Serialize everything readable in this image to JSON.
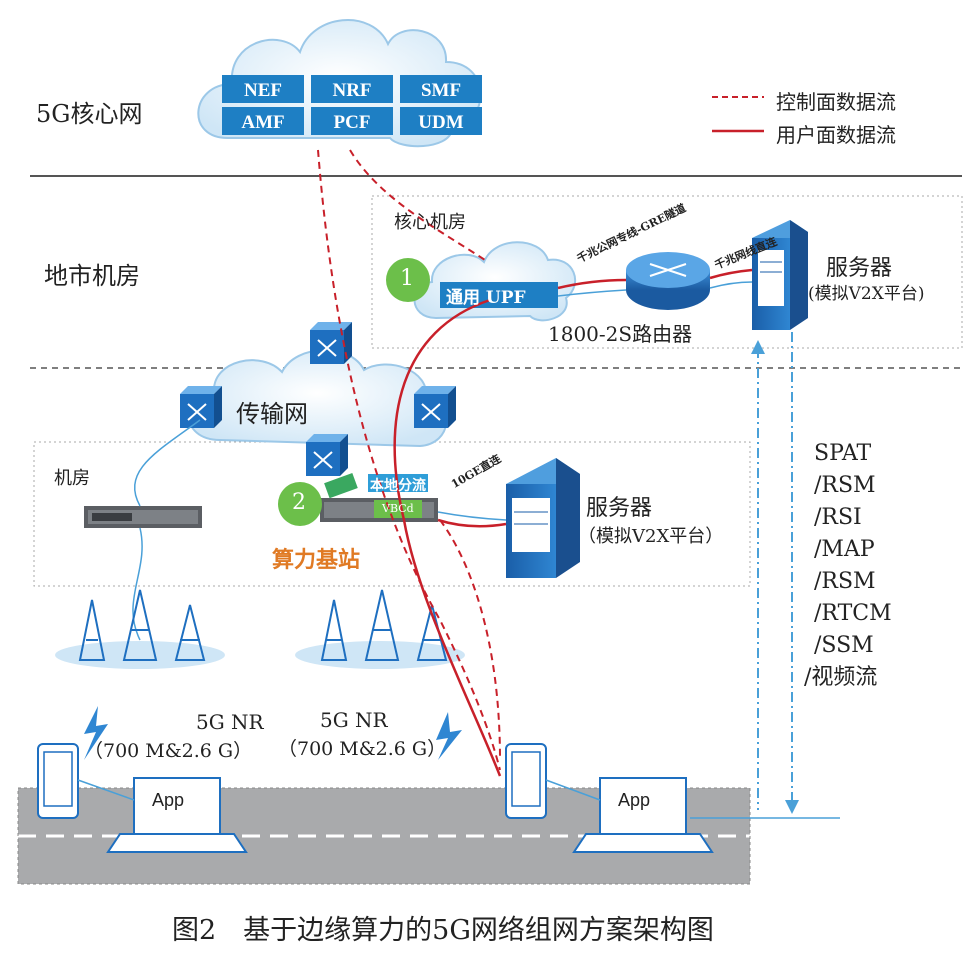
{
  "zones": {
    "core": "5G核心网",
    "city": "地市机房",
    "core_room": "核心机房",
    "machine_room": "机房"
  },
  "core_functions": [
    "NEF",
    "NRF",
    "SMF",
    "AMF",
    "PCF",
    "UDM"
  ],
  "legend": {
    "control": "控制面数据流",
    "user": "用户面数据流"
  },
  "upf": "通用 UPF",
  "router": "1800-2S路由器",
  "link_gre": "千兆公网专线-GRE隧道",
  "link_direct": "千兆网线直连",
  "link_10ge": "10GE直连",
  "server_top": {
    "name": "服务器",
    "desc": "(模拟V2X平台)"
  },
  "server_mid": {
    "name": "服务器",
    "desc": "（模拟V2X平台）"
  },
  "transport": "传输网",
  "local_offload": "本地分流",
  "vbcd": "VBCd",
  "compute_bs": "算力基站",
  "badge1": "1",
  "badge2": "2",
  "nr_left": {
    "name": "5G NR",
    "band": "（700 M&2.6 G）"
  },
  "nr_right": {
    "name": "5G NR",
    "band": "（700 M&2.6 G）"
  },
  "app_left": "App",
  "app_right": "App",
  "messages": [
    "SPAT",
    "/RSM",
    "/RSI",
    "/MAP",
    "/RSM",
    "/RTCM",
    "/SSM",
    "/视频流"
  ],
  "caption": "图2　基于边缘算力的5G网络组网方案架构图",
  "colors": {
    "cloud": "#d8ecf8",
    "box": "#1e7fc4",
    "line_red": "#c8202a",
    "line_blue": "#4aa0d8",
    "badge": "#6cbf4a",
    "orange": "#e07a24"
  }
}
